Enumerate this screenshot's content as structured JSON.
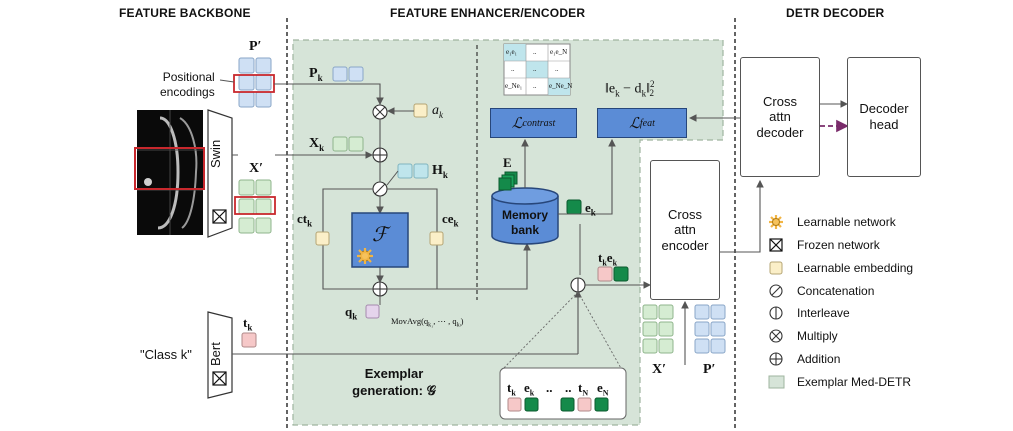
{
  "headers": {
    "backbone": "FEATURE BACKBONE",
    "enhancer": "FEATURE ENHANCER/ENCODER",
    "decoder": "DETR DECODER"
  },
  "backbone": {
    "p_prime": "P′",
    "positional": "Positional\nencodings",
    "swin": "Swin",
    "x_prime": "X′",
    "bert": "Bert",
    "class_k": "\"Class k\"",
    "t_k": "t",
    "t_k_sub": "k"
  },
  "enhancer": {
    "P_k": "P",
    "X_k": "X",
    "a_k": "a",
    "H_k": "H",
    "ct_k": "ct",
    "ce_k": "ce",
    "F": "ℱ",
    "q_k": "q",
    "movavg": "MovAvg(q",
    "movavg_rest": ", ⋯ , q",
    "exemplar_gen_line1": "Exemplar",
    "exemplar_gen_line2": "generation: 𝒢",
    "E": "E",
    "memory_bank": "Memory\nbank",
    "e_k": "e",
    "tk_ek": "t",
    "L_contrast": "ℒ",
    "L_contrast_sub": "contrast",
    "L_feat": "ℒ",
    "L_feat_sub": "feat",
    "norm": "‖e",
    "norm_mid": " − d",
    "norm_end": "‖",
    "cross_enc": "Cross\nattn\nencoder",
    "seq": [
      "t",
      "e",
      "..",
      "..",
      "t",
      "e"
    ],
    "x_prime": "X′",
    "p_prime": "P′",
    "matrix": [
      [
        "e₁e₁",
        "..",
        "e₁e_N"
      ],
      [
        "..",
        "..",
        ".."
      ],
      [
        "e_Ne₁",
        "..",
        "e_Ne_N"
      ]
    ]
  },
  "decoder": {
    "cross_dec": "Cross\nattn\ndecoder",
    "head": "Decoder\nhead"
  },
  "legend": [
    {
      "icon": "gear-icon",
      "label": "Learnable network"
    },
    {
      "icon": "frozen-icon",
      "label": "Frozen network"
    },
    {
      "icon": "embedding-icon",
      "label": "Learnable embedding"
    },
    {
      "icon": "concat-icon",
      "label": "Concatenation"
    },
    {
      "icon": "interleave-icon",
      "label": "Interleave"
    },
    {
      "icon": "multiply-icon",
      "label": "Multiply"
    },
    {
      "icon": "add-icon",
      "label": "Addition"
    },
    {
      "icon": "exemplar-region-icon",
      "label": "Exemplar Med-DETR"
    }
  ],
  "colors": {
    "green_region": "#d6e4d8",
    "blue_box": "#5b8cd6",
    "pos_blue": "#cfe0f4",
    "feat_green": "#d5ecd2",
    "embed_yellow": "#fbefc8",
    "H_cyan": "#bfe5ec",
    "t_pink": "#f6c8c8",
    "e_green": "#148a4a",
    "q_purple": "#e5d4ec",
    "red": "#c8282d"
  }
}
